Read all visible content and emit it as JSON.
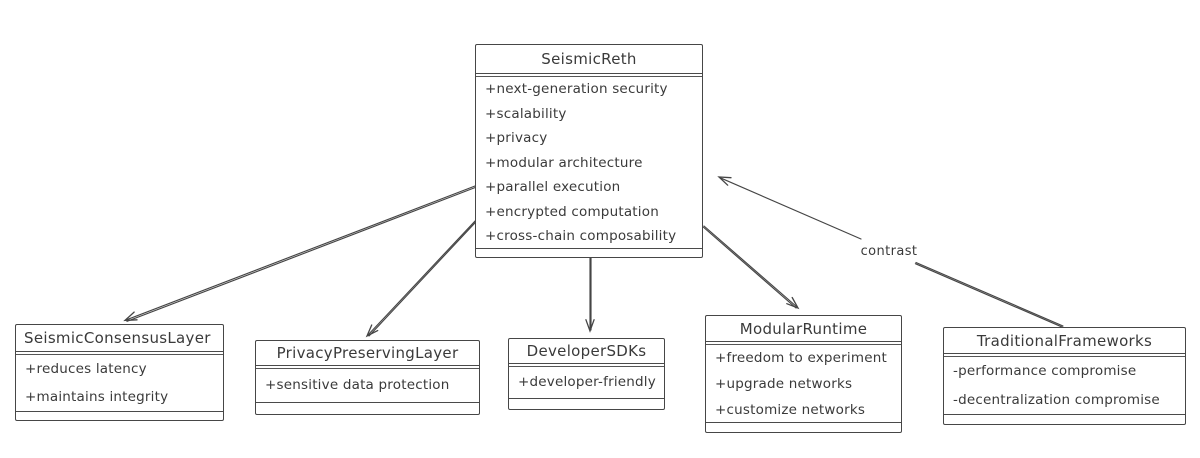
{
  "diagram": {
    "type": "uml-class-diagram",
    "style": "hand-drawn-sketch",
    "colors": {
      "stroke": "#464646",
      "text": "#3a3a3a",
      "background": "#ffffff"
    },
    "classes": [
      {
        "name": "SeismicReth",
        "attributes": [
          "+next-generation security",
          "+scalability",
          "+privacy",
          "+modular architecture",
          "+parallel execution",
          "+encrypted computation",
          "+cross-chain composability"
        ]
      },
      {
        "name": "SeismicConsensusLayer",
        "attributes": [
          "+reduces latency",
          "+maintains integrity"
        ]
      },
      {
        "name": "PrivacyPreservingLayer",
        "attributes": [
          "+sensitive data protection"
        ]
      },
      {
        "name": "DeveloperSDKs",
        "attributes": [
          "+developer-friendly"
        ]
      },
      {
        "name": "ModularRuntime",
        "attributes": [
          "+freedom to experiment",
          "+upgrade networks",
          "+customize networks"
        ]
      },
      {
        "name": "TraditionalFrameworks",
        "attributes": [
          "-performance compromise",
          "-decentralization compromise"
        ]
      }
    ],
    "relationships": [
      {
        "from": "SeismicReth",
        "to": "SeismicConsensusLayer",
        "label": "",
        "arrowhead": "open"
      },
      {
        "from": "SeismicReth",
        "to": "PrivacyPreservingLayer",
        "label": "",
        "arrowhead": "open"
      },
      {
        "from": "SeismicReth",
        "to": "DeveloperSDKs",
        "label": "",
        "arrowhead": "open"
      },
      {
        "from": "SeismicReth",
        "to": "ModularRuntime",
        "label": "",
        "arrowhead": "open"
      },
      {
        "from": "TraditionalFrameworks",
        "to": "SeismicReth",
        "label": "contrast",
        "arrowhead": "open"
      }
    ]
  }
}
